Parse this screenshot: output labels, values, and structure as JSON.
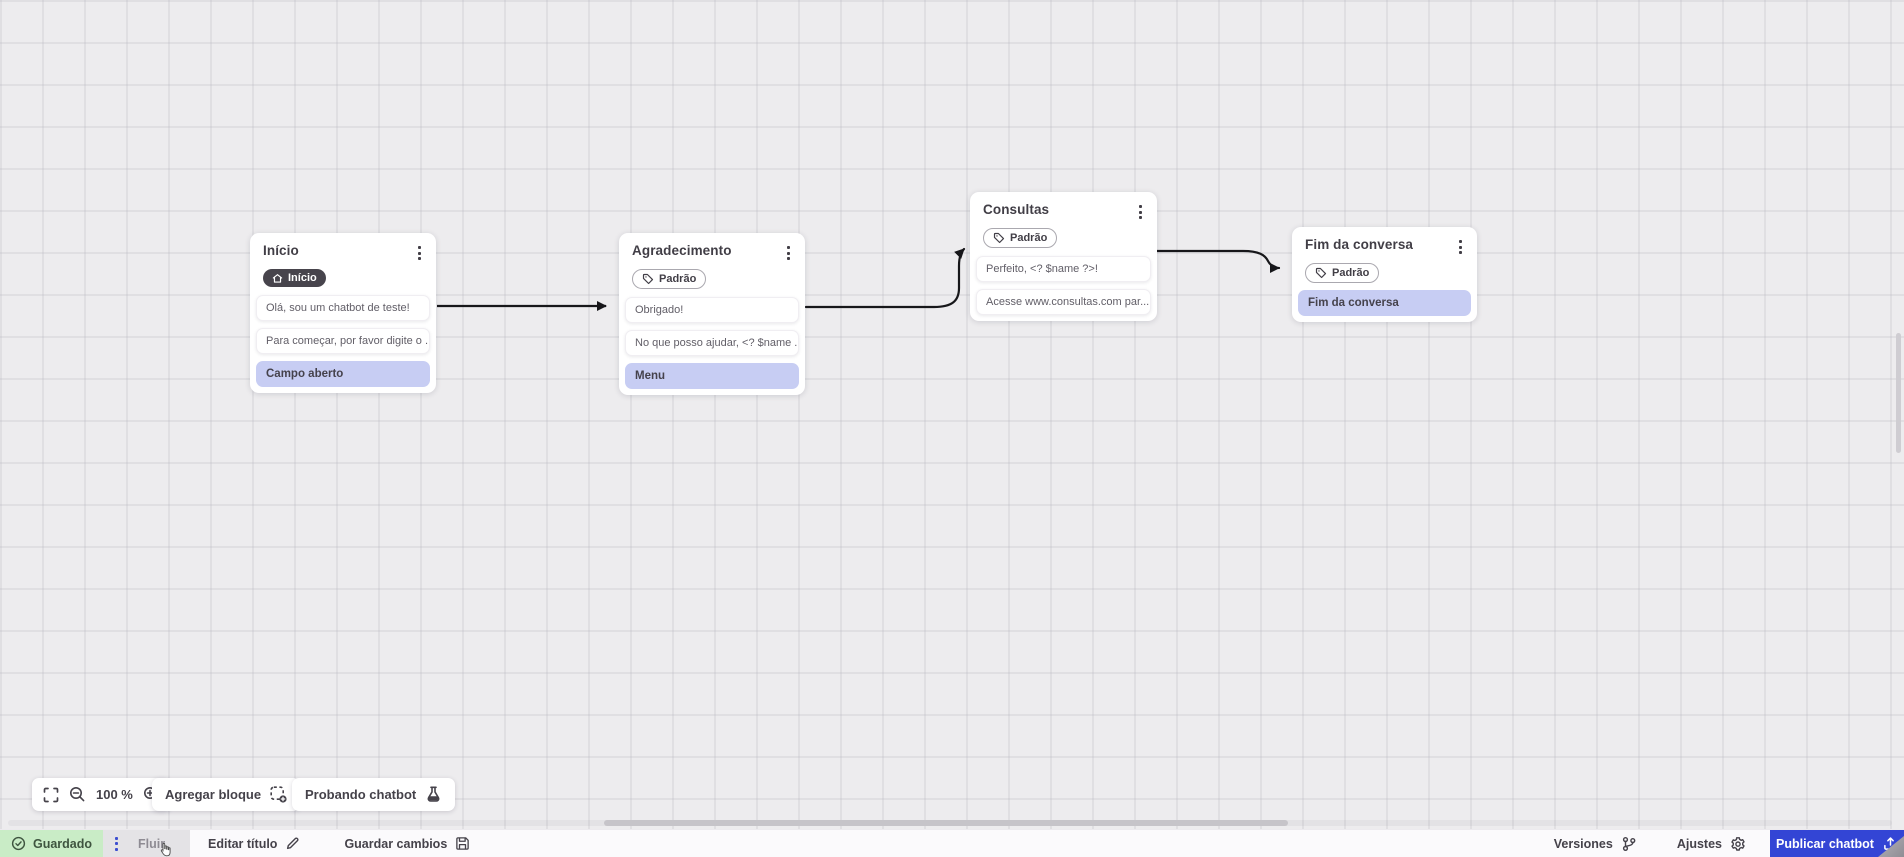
{
  "nodes": [
    {
      "title": "Início",
      "badge": "Início",
      "rows": [
        "Olá, sou um chatbot de teste!",
        "Para começar, por favor digite o ...",
        "Campo aberto"
      ]
    },
    {
      "title": "Agradecimento",
      "badge": "Padrão",
      "rows": [
        "Obrigado!",
        "No que posso ajudar, <? $name ...",
        "Menu"
      ]
    },
    {
      "title": "Consultas",
      "badge": "Padrão",
      "rows": [
        "Perfeito, <? $name ?>!",
        "Acesse www.consultas.com par..."
      ]
    },
    {
      "title": "Fim da conversa",
      "badge": "Padrão",
      "rows": [
        "Fim da conversa"
      ]
    }
  ],
  "toolbar": {
    "zoom_level": "100 %",
    "add_block": "Agregar bloque",
    "test_chatbot": "Probando chatbot"
  },
  "statusbar": {
    "saved": "Guardado",
    "flow_tab": "Fluir",
    "edit_title": "Editar título",
    "save_changes": "Guardar cambios",
    "versions": "Versiones",
    "settings": "Ajustes",
    "publish": "Publicar chatbot"
  },
  "colors": {
    "accent_blue": "#3345d5",
    "saved_green_bg": "#c9ecc6",
    "highlight_row_bg": "#c7cdf3",
    "dark_badge_bg": "#47444c",
    "arrow": "#17171a"
  }
}
